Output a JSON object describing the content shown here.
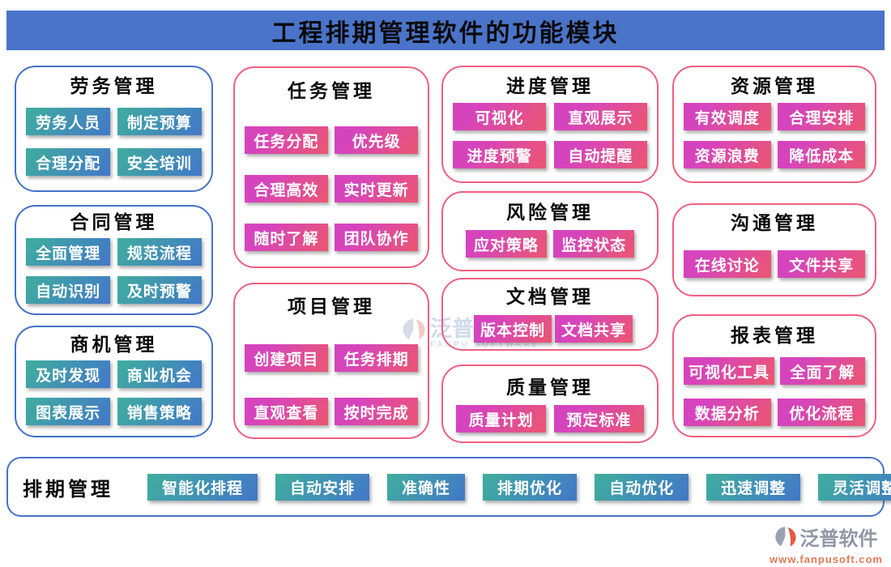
{
  "title": "工程排期管理软件的功能模块",
  "colors": {
    "title_bar_bg": "#4a74c9",
    "blue_box_border": "#4472c6",
    "pink_box_border": "#f05f80",
    "teal_button_gradient": [
      "#3fae9e",
      "#4277c9"
    ],
    "pink_button_gradient": [
      "#d644bd",
      "#eb5670"
    ],
    "logo_grey": "#9aa2b2",
    "logo_red": "#e25840",
    "logo_url_color": "#e07a57",
    "watermark_color": "#a8bfda"
  },
  "modules": [
    {
      "title": "劳务管理",
      "theme": "blue",
      "buttons": [
        "劳务人员",
        "制定预算",
        "合理分配",
        "安全培训"
      ]
    },
    {
      "title": "合同管理",
      "theme": "blue",
      "buttons": [
        "全面管理",
        "规范流程",
        "自动识别",
        "及时预警"
      ]
    },
    {
      "title": "商机管理",
      "theme": "blue",
      "buttons": [
        "及时发现",
        "商业机会",
        "图表展示",
        "销售策略"
      ]
    },
    {
      "title": "任务管理",
      "theme": "pink",
      "buttons": [
        "任务分配",
        "优先级",
        "合理高效",
        "实时更新",
        "随时了解",
        "团队协作"
      ]
    },
    {
      "title": "项目管理",
      "theme": "pink",
      "buttons": [
        "创建项目",
        "任务排期",
        "直观查看",
        "按时完成"
      ]
    },
    {
      "title": "进度管理",
      "theme": "pink",
      "buttons": [
        "可视化",
        "直观展示",
        "进度预警",
        "自动提醒"
      ]
    },
    {
      "title": "风险管理",
      "theme": "pink",
      "buttons": [
        "应对策略",
        "监控状态"
      ]
    },
    {
      "title": "文档管理",
      "theme": "pink",
      "buttons": [
        "版本控制",
        "文档共享"
      ]
    },
    {
      "title": "质量管理",
      "theme": "pink",
      "buttons": [
        "质量计划",
        "预定标准"
      ]
    },
    {
      "title": "资源管理",
      "theme": "pink",
      "buttons": [
        "有效调度",
        "合理安排",
        "资源浪费",
        "降低成本"
      ]
    },
    {
      "title": "沟通管理",
      "theme": "pink",
      "buttons": [
        "在线讨论",
        "文件共享"
      ]
    },
    {
      "title": "报表管理",
      "theme": "pink",
      "buttons": [
        "可视化工具",
        "全面了解",
        "数据分析",
        "优化流程"
      ]
    }
  ],
  "schedule": {
    "label": "排期管理",
    "buttons": [
      "智能化排程",
      "自动安排",
      "准确性",
      "排期优化",
      "自动优化",
      "迅速调整",
      "灵活调整"
    ]
  },
  "watermark_center": {
    "name": "泛普软件",
    "subtext": "FANPU SOFTWARE"
  },
  "footer_logo": {
    "name": "泛普软件",
    "url": "www.fanpusoft.com"
  }
}
